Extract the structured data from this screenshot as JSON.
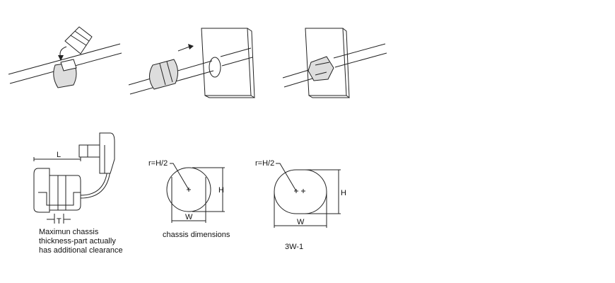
{
  "labels": {
    "L": "L",
    "T": "T",
    "H1": "H",
    "W1": "W",
    "r1": "r=H/2",
    "H2": "H",
    "W2": "W",
    "r2": "r=H/2"
  },
  "captions": {
    "clip_line1": "Maximun chassis",
    "clip_line2": "thickness-part actually",
    "clip_line3": "has additional clearance",
    "round_hole": "chassis dimensions",
    "oval_hole": "3W-1"
  }
}
